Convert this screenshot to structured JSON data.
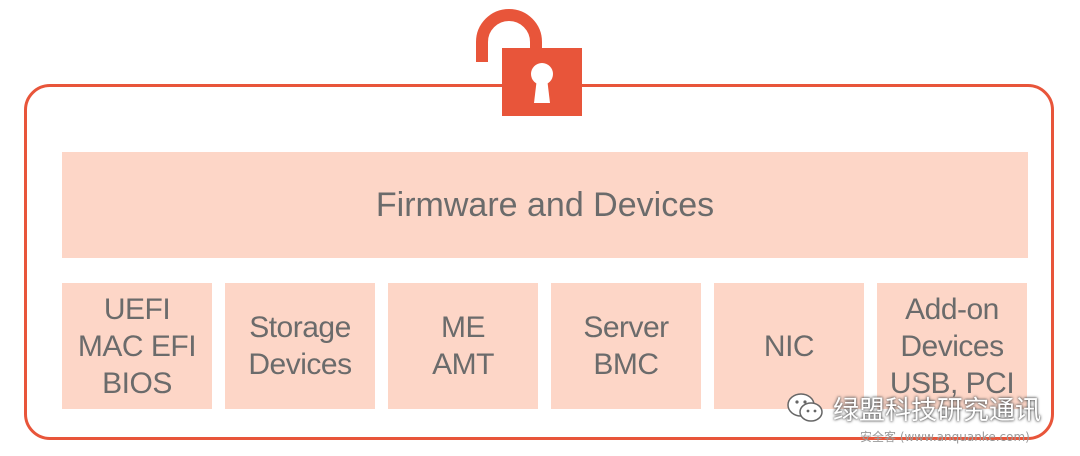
{
  "diagram": {
    "title": "Firmware and Devices",
    "components": [
      {
        "lines": [
          "UEFI",
          "MAC EFI",
          "BIOS"
        ]
      },
      {
        "lines": [
          "Storage",
          "Devices"
        ]
      },
      {
        "lines": [
          "ME",
          "AMT"
        ]
      },
      {
        "lines": [
          "Server",
          "BMC"
        ]
      },
      {
        "lines": [
          "NIC"
        ]
      },
      {
        "lines": [
          "Add-on",
          "Devices",
          "USB, PCI"
        ]
      }
    ]
  },
  "watermark": {
    "text": "绿盟科技研究通讯",
    "subtext": "安全客 (www.anquanke.com)"
  },
  "colors": {
    "accent": "#e8553a",
    "box_fill": "#fdd6c7",
    "text": "#6b6b6b"
  },
  "icons": {
    "lock": "unlocked-padlock-icon",
    "watermark": "wechat-icon"
  }
}
